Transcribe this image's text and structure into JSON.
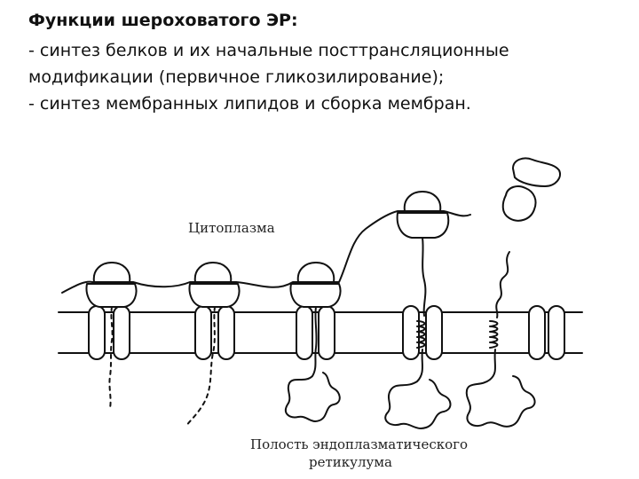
{
  "slide": {
    "title": "Функции шероховатого ЭР:",
    "lines": [
      "- синтез белков и их начальные посттрансляционные",
      "модификации (первичное гликозилирование);",
      "- синтез мембранных липидов и сборка мембран."
    ]
  },
  "diagram": {
    "label_cytoplasm": "Цитоплазма",
    "label_lumen_line1": "Полость эндоплазматического",
    "label_lumen_line2": "ретикулума"
  }
}
